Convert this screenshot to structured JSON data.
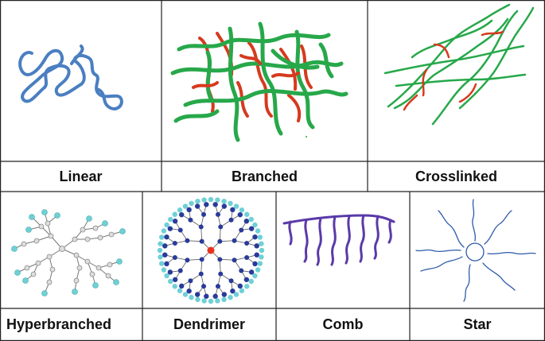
{
  "labels": {
    "linear": "Linear",
    "branched": "Branched",
    "crosslinked": "Crosslinked",
    "hyperbranched": "Hyperbranched",
    "dendrimer": "Dendrimer",
    "comb": "Comb",
    "star": "Star"
  },
  "colors": {
    "linear_chain": "#4a7fc1",
    "branch_green": "#27a84a",
    "branch_red": "#d63a1e",
    "node_cyan": "#6fd0d6",
    "node_grey": "#bbbbbb",
    "dendrimer_core": "#e8321e",
    "dendrimer_inner": "#2a3a9a",
    "comb_purple": "#5a3aa8",
    "star_blue": "#2e5aa8"
  }
}
